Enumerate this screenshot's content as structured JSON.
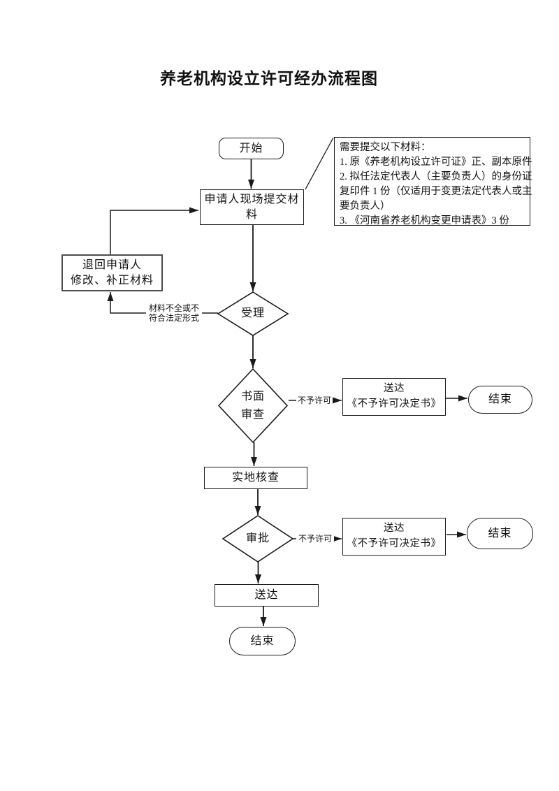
{
  "title": "养老机构设立许可经办流程图",
  "nodes": {
    "start": "开始",
    "submit": "申请人现场提交材料",
    "return_line1": "退回申请人",
    "return_line2": "修改、补正材料",
    "accept": "受理",
    "review_line1": "书面",
    "review_line2": "审查",
    "inspect": "实地核查",
    "approve": "审批",
    "deliver": "送达",
    "deliver_reject_line1": "送达",
    "deliver_reject_line2": "《不予许可决定书》",
    "end": "结束"
  },
  "labels": {
    "incomplete_line1": "材料不全或不",
    "incomplete_line2": "符合法定形式",
    "not_permitted": "不予许可"
  },
  "note": {
    "lines": [
      "需要提交以下材料：",
      "1. 原《养老机构设立许可证》正、副本原件",
      "2. 拟任法定代表人（主要负责人）的身份证",
      "复印件 1 份（仅适用于变更法定代表人或主",
      "要负责人）",
      "3. 《河南省养老机构变更申请表》3 份"
    ]
  },
  "colors": {
    "line": "#1a1a1a",
    "background": "#ffffff"
  }
}
